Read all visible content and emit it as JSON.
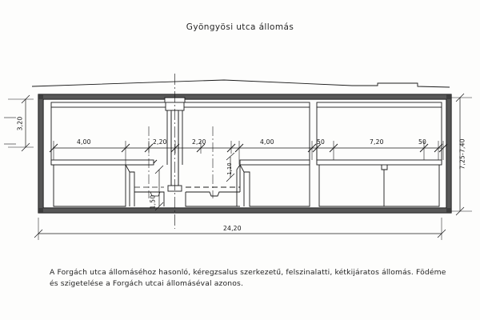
{
  "document": {
    "title": "Gyöngyösi utca állomás",
    "caption_line1": "A Forgách utca állomáséhoz hasonló, kéregzsalus szerkezetű, felszinalatti, kétkijáratos állomás. Födéme",
    "caption_line2": "és szigetelése a Forgách utcai állomáséval azonos."
  },
  "drawing": {
    "type": "architectural-cross-section",
    "overall_width_label": "24,20",
    "left_height_label": "3,20",
    "right_height_label": "7,25-7,40",
    "horizontal_chain": [
      {
        "label": "4,00"
      },
      {
        "label": "2,20"
      },
      {
        "label": "2,20"
      },
      {
        "label": "4,00"
      },
      {
        "label": "50"
      },
      {
        "label": "7,20"
      },
      {
        "label": "50"
      }
    ],
    "interior_dims": [
      {
        "label": "1,50"
      },
      {
        "label": "1,10"
      }
    ],
    "colors": {
      "line": "#1a1a1a",
      "paper": "#fdfdfc",
      "hatch": "#2b2b2b"
    }
  }
}
